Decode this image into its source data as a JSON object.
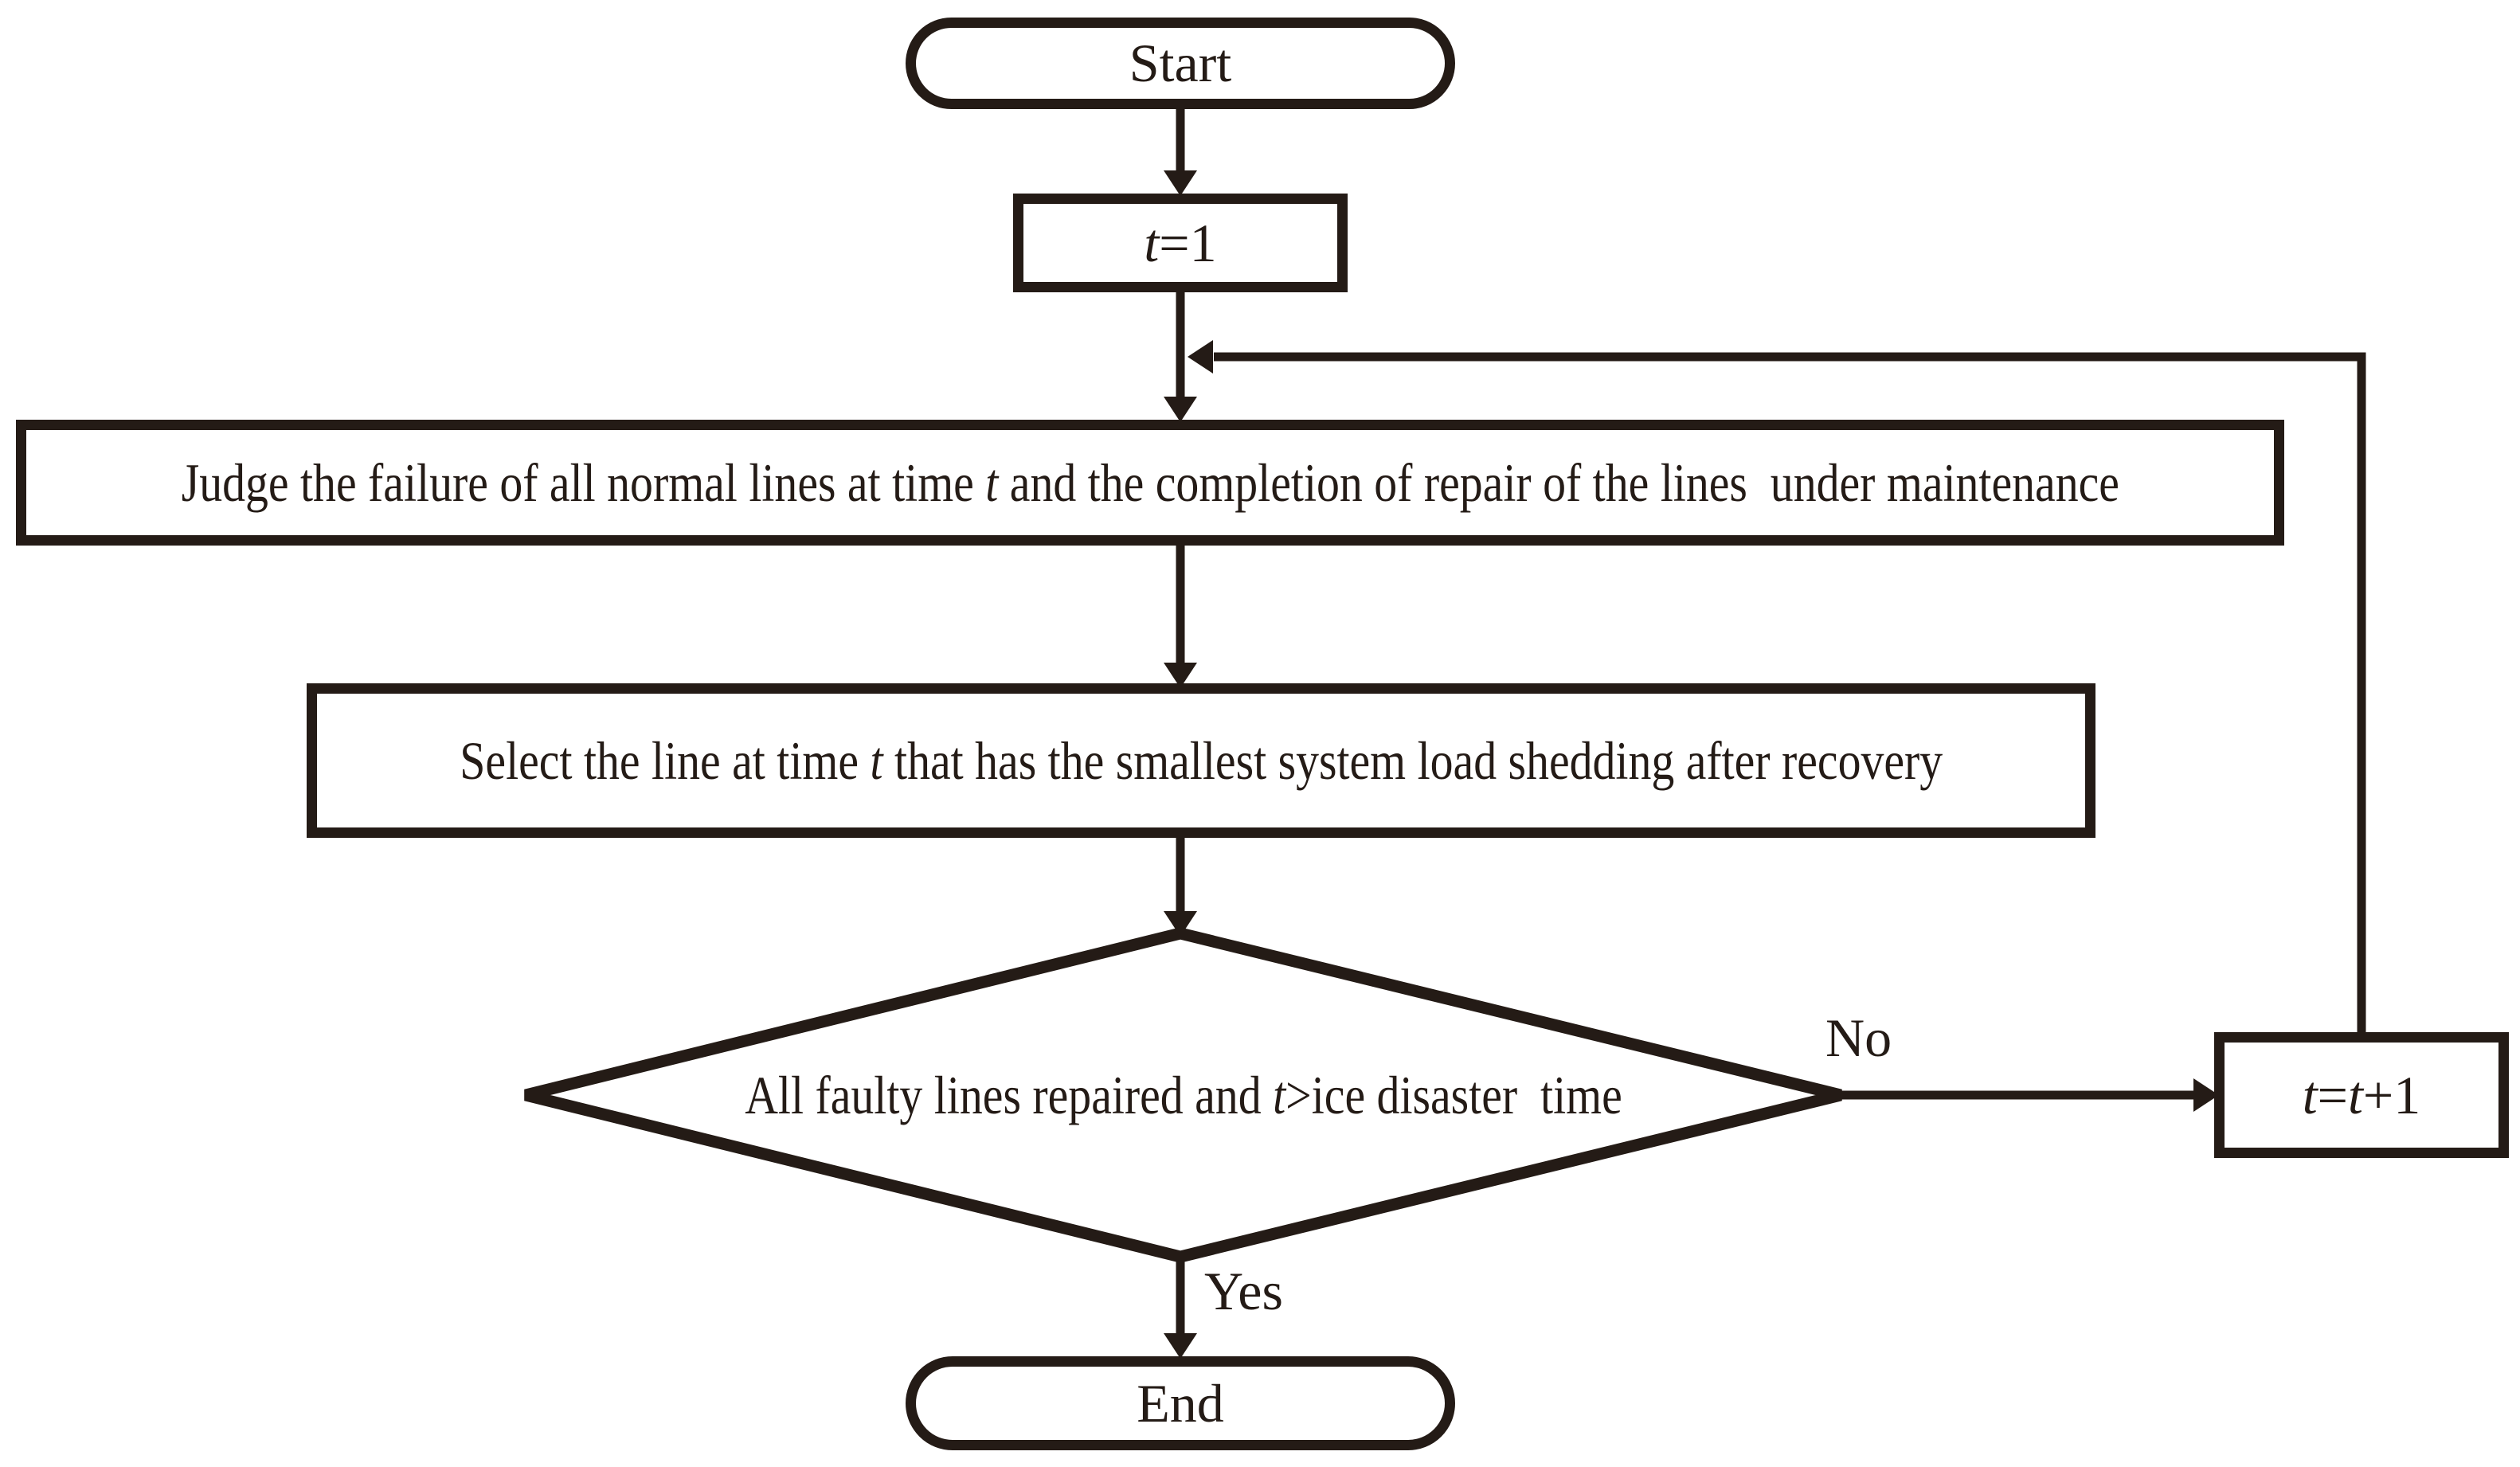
{
  "title": "Line repair sequencing flowchart",
  "colors": {
    "ink": "#241b16",
    "bg": "#ffffff"
  },
  "nodes": {
    "start": {
      "label": "Start"
    },
    "t_init": {
      "var": "t",
      "post": "=1"
    },
    "judge": {
      "pre": "Judge the failure of all normal lines at time ",
      "var": "t",
      "post": " and the completion of repair of the lines  under maintenance"
    },
    "select": {
      "pre": "Select the line at time ",
      "var": "t",
      "post": " that has the smallest system load shedding after recovery"
    },
    "decision": {
      "pre": "All faulty lines repaired and ",
      "var": "t",
      "post": ">ice disaster  time"
    },
    "increment": {
      "t1": "t",
      "eq": "=",
      "t2": "t",
      "plus": "+1"
    },
    "end": {
      "label": "End"
    }
  },
  "edges": {
    "no_label": "No",
    "yes_label": "Yes"
  }
}
